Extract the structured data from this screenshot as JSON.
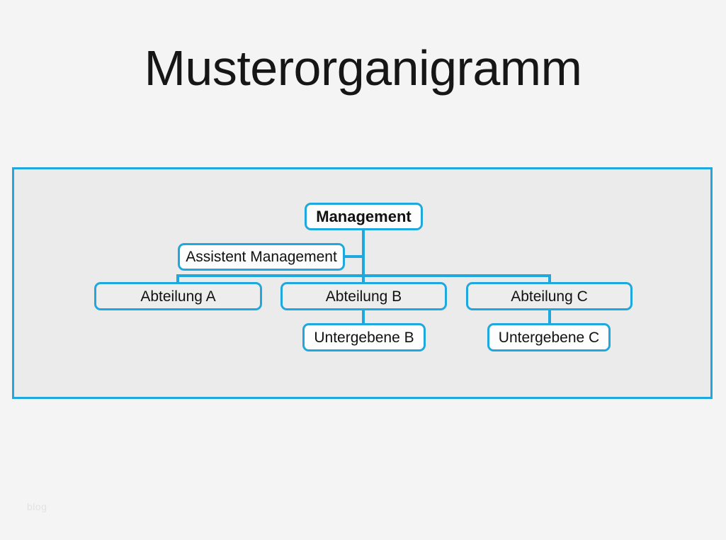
{
  "page": {
    "title": "Musterorganigramm",
    "background_color": "#f4f4f4",
    "watermark": "blog"
  },
  "theme": {
    "accent_color": "#1fa8dd",
    "frame_fill": "#ebebeb",
    "box_fill_white": "#fdfdfd",
    "box_fill_gray": "#ededed",
    "text_color": "#111111",
    "connector_color": "#1fa8dd"
  },
  "chart_data": {
    "type": "diagram",
    "diagram_kind": "organizational-chart",
    "title": "Musterorganigramm",
    "nodes": [
      {
        "id": "management",
        "label": "Management",
        "level": 0,
        "bold": true,
        "fill": "white"
      },
      {
        "id": "assistent-management",
        "label": "Assistent Management",
        "level": 1,
        "bold": false,
        "fill": "white",
        "role": "staff-assistant"
      },
      {
        "id": "abteilung-a",
        "label": "Abteilung A",
        "level": 2,
        "bold": false,
        "fill": "gray"
      },
      {
        "id": "abteilung-b",
        "label": "Abteilung B",
        "level": 2,
        "bold": false,
        "fill": "gray"
      },
      {
        "id": "abteilung-c",
        "label": "Abteilung C",
        "level": 2,
        "bold": false,
        "fill": "gray"
      },
      {
        "id": "untergebene-b",
        "label": "Untergebene B",
        "level": 3,
        "bold": false,
        "fill": "white"
      },
      {
        "id": "untergebene-c",
        "label": "Untergebene C",
        "level": 3,
        "bold": false,
        "fill": "white"
      }
    ],
    "edges": [
      {
        "from": "management",
        "to": "assistent-management",
        "style": "staff"
      },
      {
        "from": "management",
        "to": "abteilung-a",
        "style": "line"
      },
      {
        "from": "management",
        "to": "abteilung-b",
        "style": "line"
      },
      {
        "from": "management",
        "to": "abteilung-c",
        "style": "line"
      },
      {
        "from": "abteilung-b",
        "to": "untergebene-b",
        "style": "line"
      },
      {
        "from": "abteilung-c",
        "to": "untergebene-c",
        "style": "line"
      }
    ]
  },
  "nodes": {
    "management": "Management",
    "assistent_management": "Assistent Management",
    "abteilung_a": "Abteilung A",
    "abteilung_b": "Abteilung B",
    "abteilung_c": "Abteilung C",
    "untergebene_b": "Untergebene B",
    "untergebene_c": "Untergebene C"
  }
}
